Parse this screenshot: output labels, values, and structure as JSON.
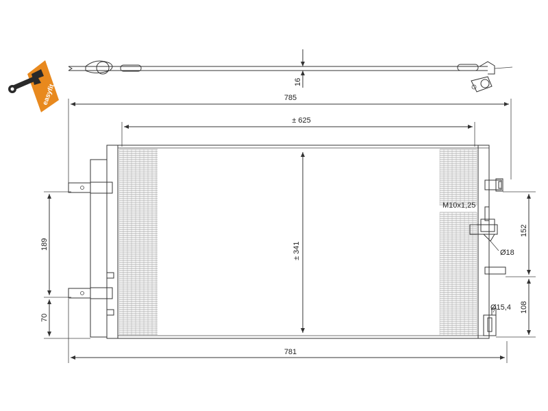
{
  "logo": {
    "text": "easyfit",
    "color": "#e8891e"
  },
  "dimensions": {
    "top_thickness": "16",
    "overall_width": "785",
    "core_width": "± 625",
    "core_height": "± 341",
    "bottom_width": "781",
    "left_bracket_spacing": "189",
    "left_bracket_bottom": "70",
    "right_upper": "152",
    "right_lower": "108",
    "thread_label": "M10x1,25",
    "port_upper": "Ø18",
    "port_lower": "Ø15,4"
  }
}
